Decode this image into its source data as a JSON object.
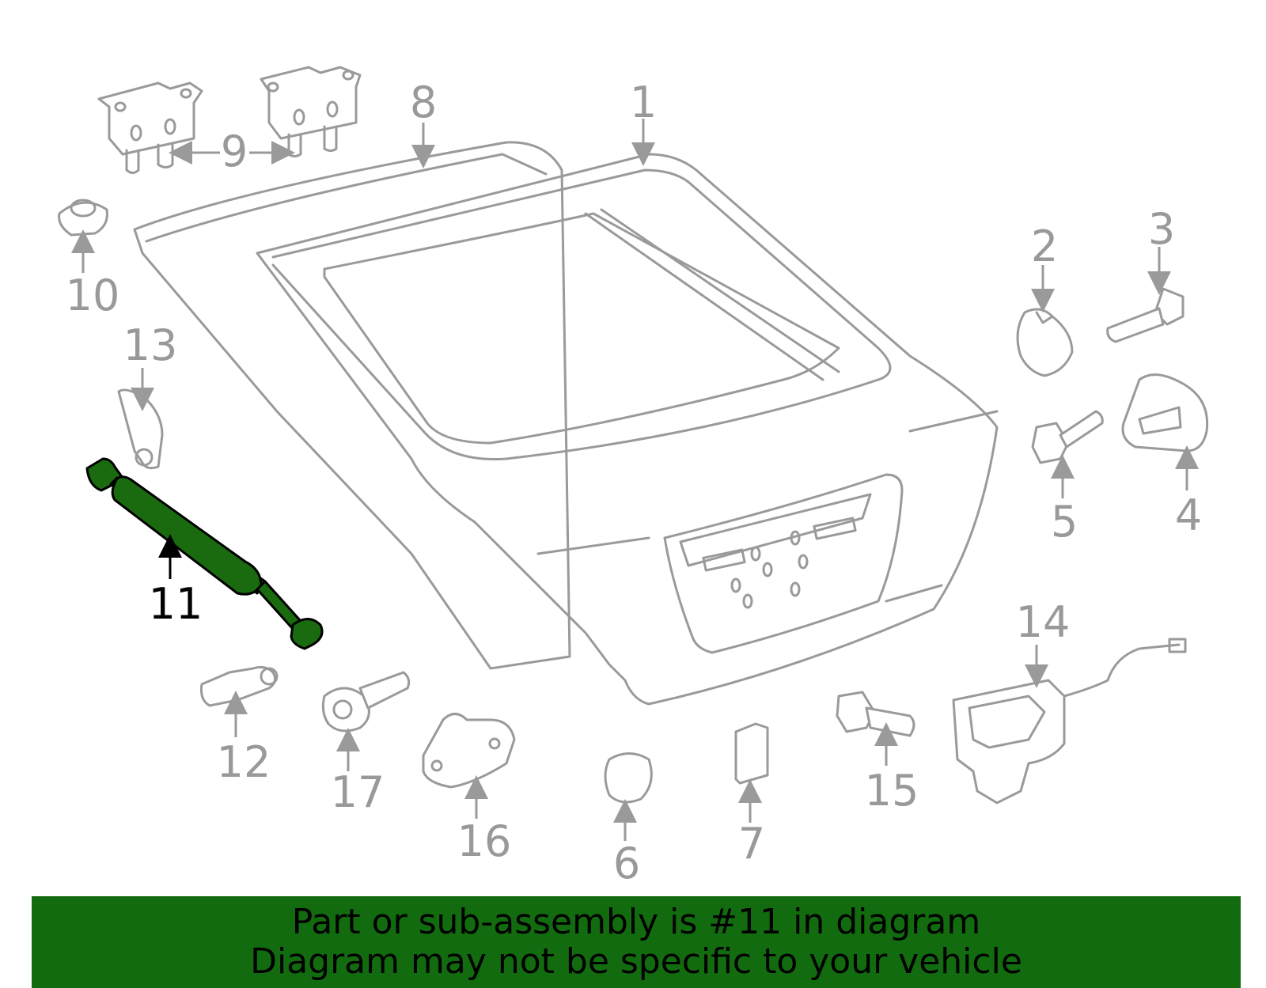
{
  "callouts": {
    "c1": "1",
    "c2": "2",
    "c3": "3",
    "c4": "4",
    "c5": "5",
    "c6": "6",
    "c7": "7",
    "c8": "8",
    "c9": "9",
    "c10": "10",
    "c11": "11",
    "c12": "12",
    "c13": "13",
    "c14": "14",
    "c15": "15",
    "c16": "16",
    "c17": "17"
  },
  "highlighted_part": "11",
  "colors": {
    "highlight": "#1a6b0f",
    "banner": "#126b0e",
    "line_art": "#9a9a9a"
  },
  "banner": {
    "line1": "Part or sub-assembly is #11 in diagram",
    "line2": "Diagram may not be specific to your vehicle"
  }
}
